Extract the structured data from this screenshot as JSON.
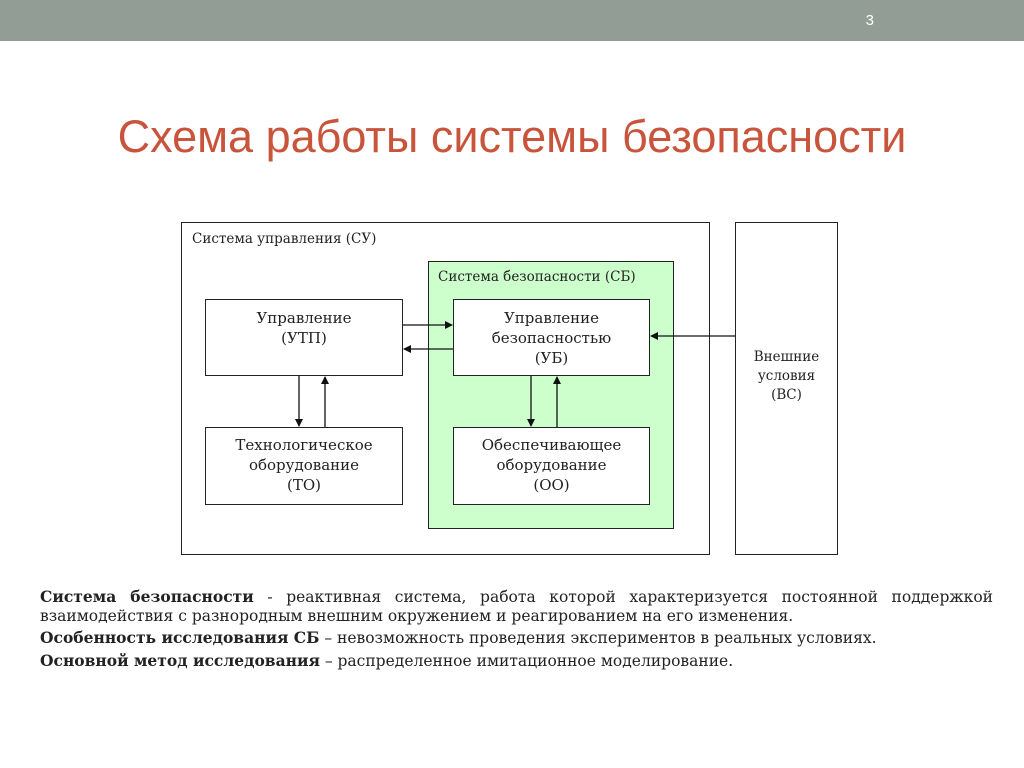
{
  "slide_number": "3",
  "title": "Схема работы системы безопасности",
  "diagram": {
    "su_label": "Система управления (СУ)",
    "sb_label": "Система безопасности (СБ)",
    "utp": {
      "line1": "Управление",
      "line2": "(УТП)"
    },
    "ub": {
      "line1": "Управление",
      "line2": "безопасностью",
      "line3": "(УБ)"
    },
    "to": {
      "line1": "Технологическое",
      "line2": "оборудование",
      "line3": "(ТО)"
    },
    "oo": {
      "line1": "Обеспечивающее",
      "line2": "оборудование",
      "line3": "(ОО)"
    },
    "vs": {
      "line1": "Внешние",
      "line2": "условия",
      "line3": "(ВС)"
    }
  },
  "text": {
    "p1_bold": "Система безопасности",
    "p1_rest": " - реактивная система, работа которой характеризуется постоянной поддержкой взаимодействия с разнородным внешним окружением и реагированием на его изменения.",
    "p2_bold": "Особенность исследования СБ",
    "p2_rest": " – невозможность проведения экспериментов в реальных условиях.",
    "p3_bold": "Основной метод исследования",
    "p3_rest": " – распределенное имитационное моделирование."
  }
}
